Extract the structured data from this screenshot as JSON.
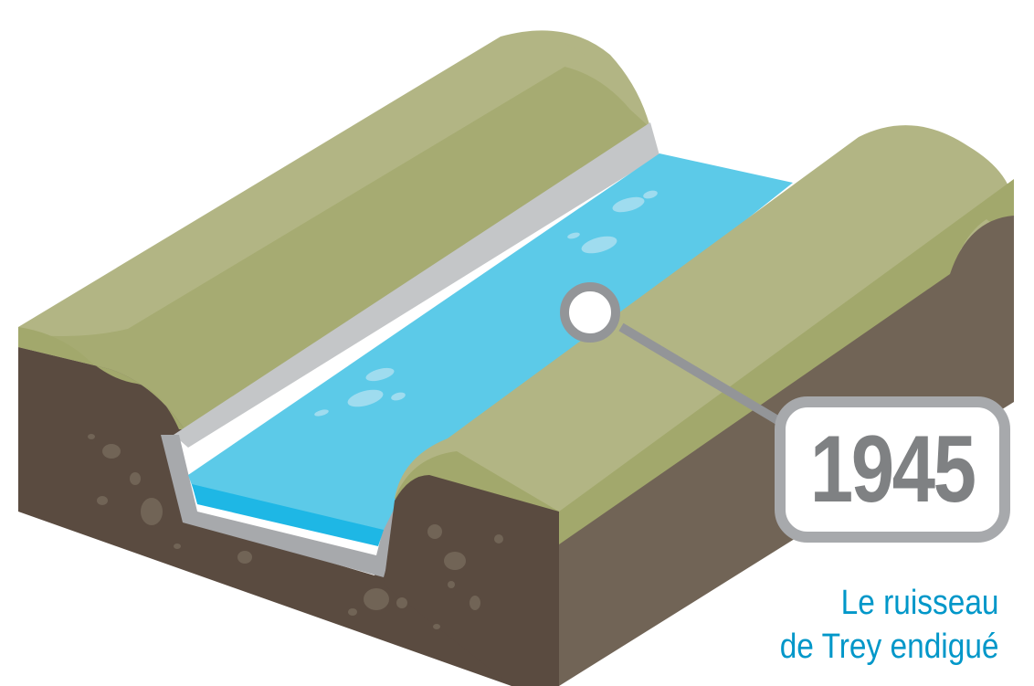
{
  "year": "1945",
  "caption": {
    "line1": "Le ruisseau",
    "line2": "de Trey endigué"
  },
  "colors": {
    "grass_light": "#b2b584",
    "grass_dark": "#a2a86c",
    "soil_front": "#5a4b40",
    "soil_side": "#716456",
    "water": "#5ccae8",
    "water_dark": "#1eb7e5",
    "concrete": "#a7a9ac",
    "concrete_light": "#c4c6c8",
    "marker": "#939598",
    "text_blue": "#0097c9",
    "year_gray": "#7f8183"
  }
}
